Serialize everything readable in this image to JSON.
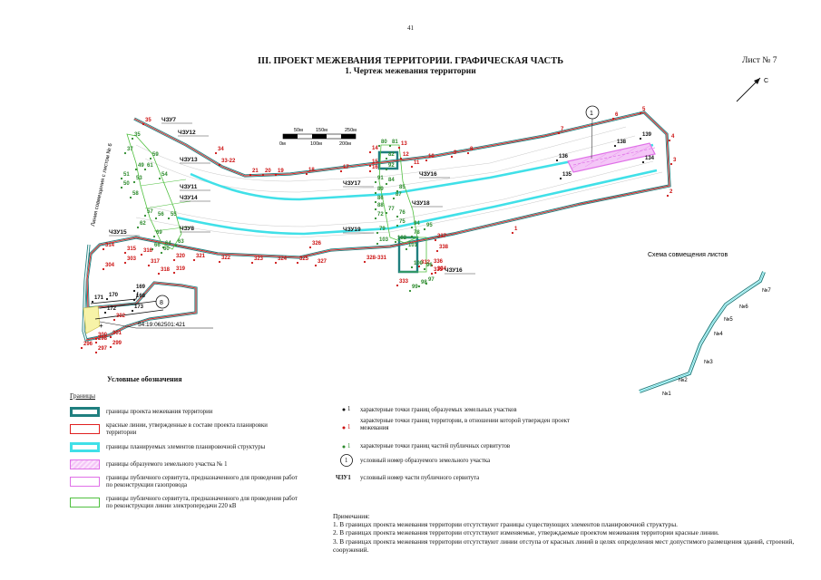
{
  "page_number": "41",
  "title": "III. ПРОЕКТ МЕЖЕВАНИЯ ТЕРРИТОРИИ. ГРАФИЧЕСКАЯ ЧАСТЬ",
  "subtitle": "1. Чертеж межевания территории",
  "sheet_label": "Лист № 7",
  "north_label": "С",
  "scale_bar": {
    "top_labels": [
      "50м",
      "150м",
      "250м"
    ],
    "bottom_labels": [
      "0м",
      "100м",
      "200м"
    ]
  },
  "side_label": "Линия совмещения с листом № 6",
  "cadastral_number": "54:19:062501:421",
  "colors": {
    "teal_border": "#1f7f7f",
    "red_line": "#e02020",
    "cyan_element": "#40e0e8",
    "magenta_plot": "#e070e8",
    "green_servitude": "#50c040",
    "point_red": "#cc1111",
    "point_green": "#2c8a2c"
  },
  "drawing": {
    "plot_label": "1",
    "marker_8": "8",
    "zone_labels": [
      "ЧЗУ7",
      "ЧЗУ12",
      "ЧЗУ13",
      "ЧЗУ11",
      "ЧЗУ14",
      "ЧЗУ8",
      "ЧЗУ15",
      "ЧЗУ16",
      "ЧЗУ17",
      "ЧЗУ18",
      "ЧЗУ19",
      "ЧЗУ16"
    ],
    "red_points": [
      "35",
      "34",
      "33-22",
      "21",
      "20",
      "19",
      "18",
      "17",
      "16",
      "15",
      "14",
      "13",
      "12",
      "11",
      "10",
      "9",
      "8",
      "7",
      "6",
      "5",
      "4",
      "3",
      "2",
      "1",
      "338",
      "337",
      "336",
      "335",
      "334",
      "333",
      "332",
      "328-331",
      "327",
      "326",
      "325",
      "324",
      "323",
      "322",
      "321",
      "320",
      "319",
      "318",
      "317",
      "316",
      "315",
      "314",
      "303",
      "304",
      "302",
      "301",
      "300",
      "299",
      "298",
      "297",
      "296"
    ],
    "green_points": [
      "35",
      "37",
      "59",
      "49",
      "61",
      "51",
      "53",
      "50",
      "58",
      "54",
      "57",
      "62",
      "56",
      "55",
      "69",
      "64",
      "63",
      "66",
      "60",
      "80",
      "81",
      "82",
      "92",
      "91",
      "84",
      "85",
      "89",
      "86",
      "87",
      "88",
      "72",
      "77",
      "76",
      "75",
      "78",
      "94",
      "95",
      "79",
      "103",
      "102",
      "101",
      "100",
      "96",
      "99",
      "98",
      "97"
    ],
    "black_points": [
      "136",
      "138",
      "139",
      "135",
      "134",
      "169",
      "168",
      "171",
      "170",
      "172",
      "173"
    ]
  },
  "minimap": {
    "title": "Схема совмещения листов",
    "labels": [
      "№1",
      "№2",
      "№3",
      "№4",
      "№5",
      "№6",
      "№7"
    ]
  },
  "legend": {
    "title": "Условные обозначения",
    "heading": "Границы",
    "left_items": [
      "границы проекта межевания территории",
      "красные линии, утвержденные в составе проекта планировки территории",
      "границы планируемых элементов планировочной структуры",
      "границы образуемого земельного участка № 1",
      "границы публичного сервитута, предназначенного для проведения работ по реконструкции газопровода",
      "границы публичного сервитута, предназначенного для проведения работ по реконструкции линии электропередачи 220 кВ"
    ],
    "right_items": [
      {
        "symbol": "1",
        "text": "характерные точки границ образуемых земельных участков"
      },
      {
        "symbol": "1",
        "text": "характерные точки границ территории, в отношении которой утвержден проект межевания"
      },
      {
        "symbol": "1",
        "text": "характерные точки границ частей публичных сервитутов"
      },
      {
        "symbol": "1",
        "text": "условный номер образуемого земельного участка"
      },
      {
        "symbol": "ЧЗУ1",
        "text": "условный номер части публичного сервитута"
      }
    ]
  },
  "notes": {
    "heading": "Примечания:",
    "items": [
      "1. В границах проекта межевания территории отсутствуют границы существующих элементов планировочной структуры.",
      "2. В границах проекта межевания территории отсутствуют изменяемые, утверждаемые проектом межевания территории красные линии.",
      "3. В границах проекта межевания территории отсутствуют линии отступа от красных линий в целях определения мест допустимого размещения зданий, строений, сооружений."
    ]
  }
}
